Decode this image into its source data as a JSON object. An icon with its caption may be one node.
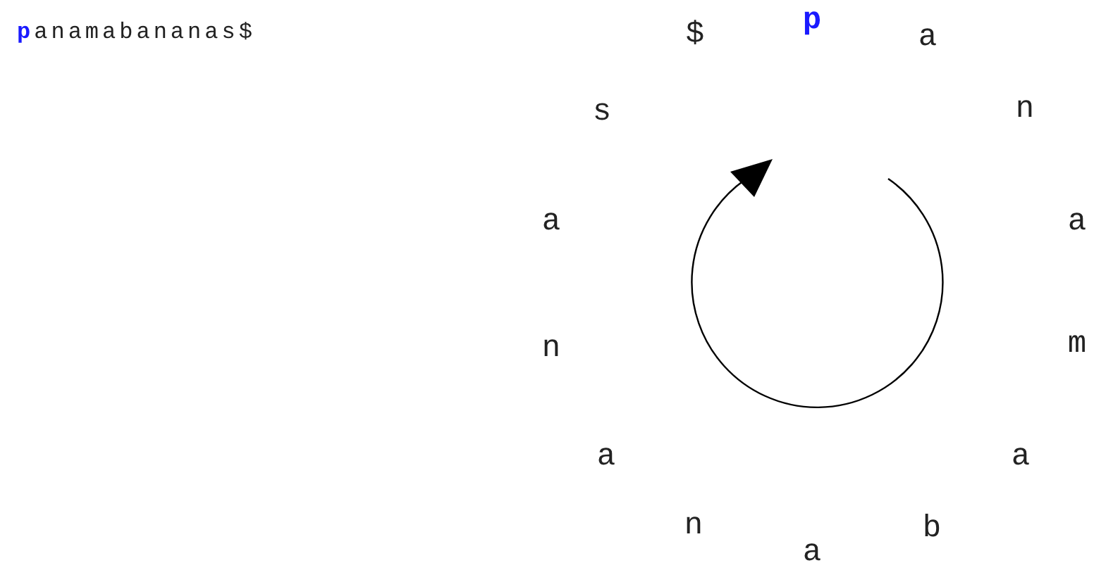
{
  "diagram": {
    "labels": [
      "**p**anamabananas$",
      "p",
      "a",
      "n",
      "a",
      "m",
      "a",
      "b",
      "a",
      "n",
      "a",
      "n",
      "a",
      "s",
      "$"
    ]
  }
}
